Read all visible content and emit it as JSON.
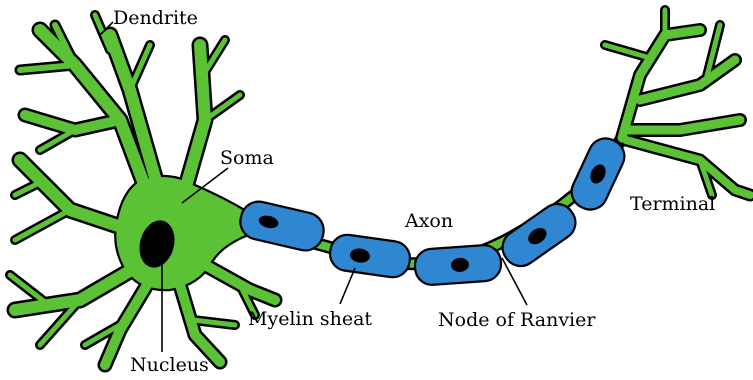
{
  "diagram": {
    "colors": {
      "neuron_green": "#5bc236",
      "myelin_blue": "#2f86d1",
      "outline": "#000000",
      "background": "#ffffff"
    },
    "labels": {
      "dendrite": "Dendrite",
      "soma": "Soma",
      "axon": "Axon",
      "terminal": "Terminal",
      "myelin_sheat": "Myelin sheat",
      "node_of_ranvier": "Node of Ranvier",
      "nucleus": "Nucleus"
    }
  }
}
